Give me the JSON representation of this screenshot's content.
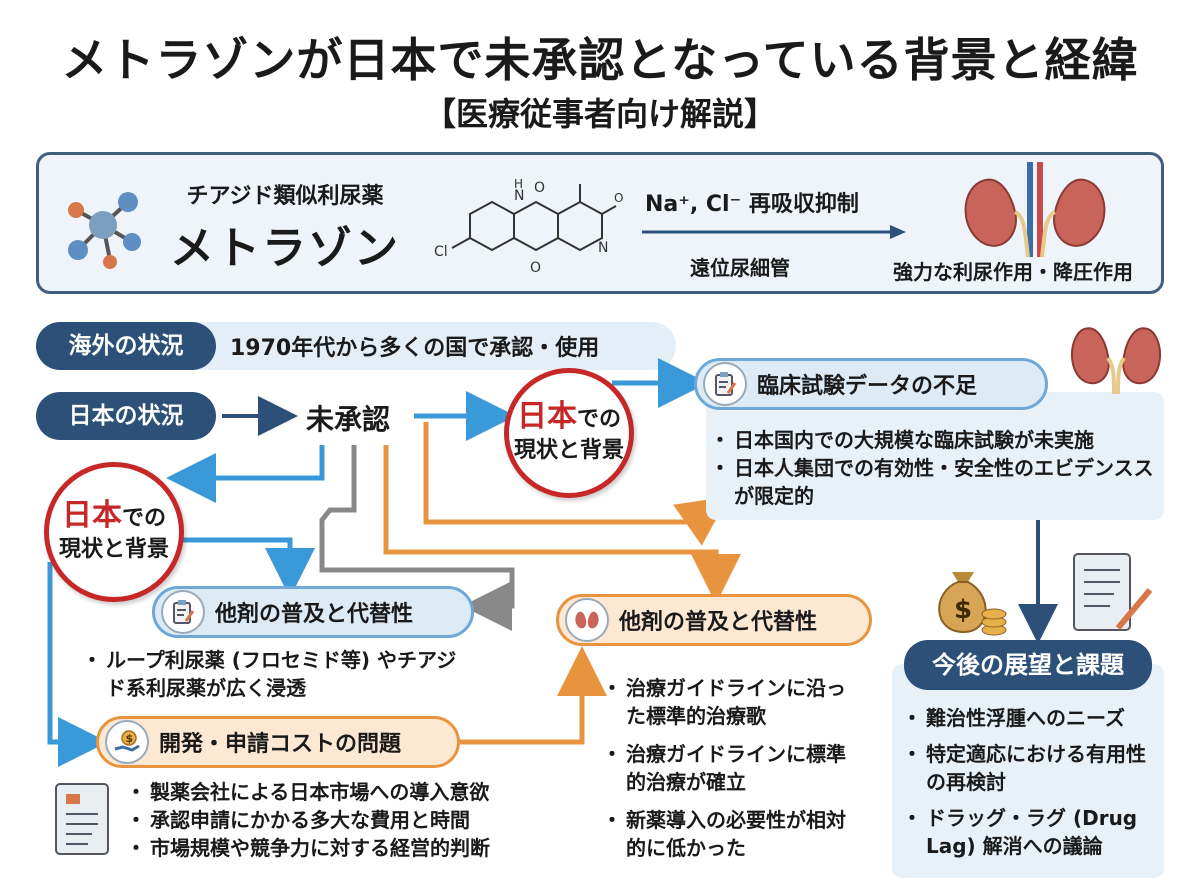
{
  "title": "メトラゾンが日本で未承認となっている背景と経緯",
  "subtitle": "【医療従事者向け解説】",
  "drug": {
    "category": "チアジド類似利尿薬",
    "name": "メトラゾン",
    "mechanism": "Na⁺, Cl⁻ 再吸収抑制",
    "site": "遠位尿細管",
    "effect": "強力な利尿作用・降圧作用",
    "structure_labels": {
      "n_h": "N",
      "h": "H",
      "n": "N",
      "cl": "Cl",
      "o_top": "O",
      "o_bottom": "O",
      "o_ester": "O"
    }
  },
  "overseas": {
    "label": "海外の状況",
    "text": "1970年代から多くの国で承認・使用"
  },
  "japan": {
    "label": "日本の状況",
    "status": "未承認"
  },
  "circle": {
    "red": "日本",
    "suffix": "での",
    "line2": "現状と背景"
  },
  "clinical": {
    "heading": "臨床試験データの不足",
    "bullets": [
      "日本国内での大規模な臨床試験が未実施",
      "日本人集団での有効性・安全性のエビデンススが限定的"
    ]
  },
  "alternatives_left": {
    "heading": "他剤の普及と代替性",
    "bullets": [
      "ループ利尿薬 (フロセミド等) やチアジド系利尿薬が広く浸透"
    ]
  },
  "alternatives_mid": {
    "heading": "他剤の普及と代替性",
    "bullets": [
      "治療ガイドラインに沿った標準的治療歌",
      "治療ガイドラインに標準的治療が確立",
      "新薬導入の必要性が相対的に低かった"
    ]
  },
  "cost": {
    "heading": "開発・申請コストの問題",
    "bullets": [
      "製薬会社による日本市場への導入意欲",
      "承認申請にかかる多大な費用と時間",
      "市場規模や競争力に対する経営的判断"
    ]
  },
  "outlook": {
    "heading": "今後の展望と課題",
    "bullets": [
      "難治性浮腫へのニーズ",
      "特定適応における有用性の再検討",
      "ドラッグ・ラグ (Drug Lag) 解消への議論"
    ]
  },
  "icon_text": {
    "dollar": "$"
  },
  "colors": {
    "navy": "#2d5078",
    "blue": "#3a9ad9",
    "orange": "#e8943f",
    "red": "#c62828",
    "gray": "#888888"
  }
}
